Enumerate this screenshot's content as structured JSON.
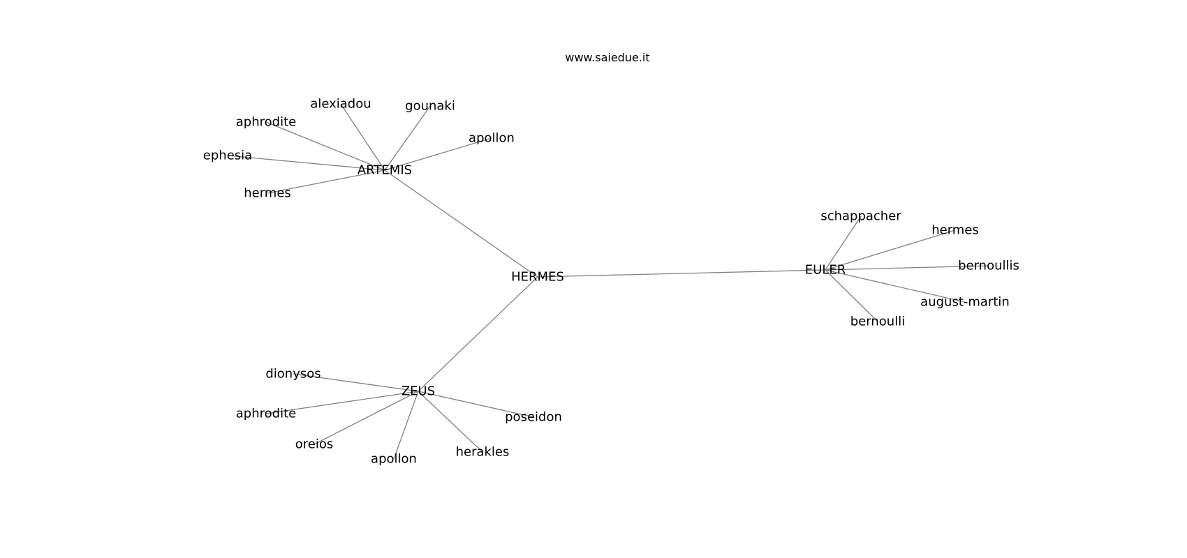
{
  "caption": "www.saiedue.it",
  "colors": {
    "edge": "#808080",
    "label": "#000000",
    "background": "#ffffff"
  },
  "nodes": [
    {
      "id": "hermes_c",
      "label": "HERMES"
    },
    {
      "id": "artemis",
      "label": "ARTEMIS"
    },
    {
      "id": "euler",
      "label": "EULER"
    },
    {
      "id": "zeus",
      "label": "ZEUS"
    },
    {
      "id": "a_alexiadou",
      "label": "alexiadou"
    },
    {
      "id": "a_gounaki",
      "label": "gounaki"
    },
    {
      "id": "a_aphrodite",
      "label": "aphrodite"
    },
    {
      "id": "a_apollon",
      "label": "apollon"
    },
    {
      "id": "a_ephesia",
      "label": "ephesia"
    },
    {
      "id": "a_hermes",
      "label": "hermes"
    },
    {
      "id": "e_schappacher",
      "label": "schappacher"
    },
    {
      "id": "e_hermes",
      "label": "hermes"
    },
    {
      "id": "e_bernoullis",
      "label": "bernoullis"
    },
    {
      "id": "e_august_martin",
      "label": "august-martin"
    },
    {
      "id": "e_bernoulli",
      "label": "bernoulli"
    },
    {
      "id": "z_dionysos",
      "label": "dionysos"
    },
    {
      "id": "z_aphrodite",
      "label": "aphrodite"
    },
    {
      "id": "z_poseidon",
      "label": "poseidon"
    },
    {
      "id": "z_oreios",
      "label": "oreios"
    },
    {
      "id": "z_apollon",
      "label": "apollon"
    },
    {
      "id": "z_herakles",
      "label": "herakles"
    }
  ],
  "edges": [
    [
      "hermes_c",
      "artemis"
    ],
    [
      "hermes_c",
      "euler"
    ],
    [
      "hermes_c",
      "zeus"
    ],
    [
      "artemis",
      "a_alexiadou"
    ],
    [
      "artemis",
      "a_gounaki"
    ],
    [
      "artemis",
      "a_aphrodite"
    ],
    [
      "artemis",
      "a_apollon"
    ],
    [
      "artemis",
      "a_ephesia"
    ],
    [
      "artemis",
      "a_hermes"
    ],
    [
      "euler",
      "e_schappacher"
    ],
    [
      "euler",
      "e_hermes"
    ],
    [
      "euler",
      "e_bernoullis"
    ],
    [
      "euler",
      "e_august_martin"
    ],
    [
      "euler",
      "e_bernoulli"
    ],
    [
      "zeus",
      "z_dionysos"
    ],
    [
      "zeus",
      "z_aphrodite"
    ],
    [
      "zeus",
      "z_poseidon"
    ],
    [
      "zeus",
      "z_oreios"
    ],
    [
      "zeus",
      "z_apollon"
    ],
    [
      "zeus",
      "z_herakles"
    ]
  ]
}
